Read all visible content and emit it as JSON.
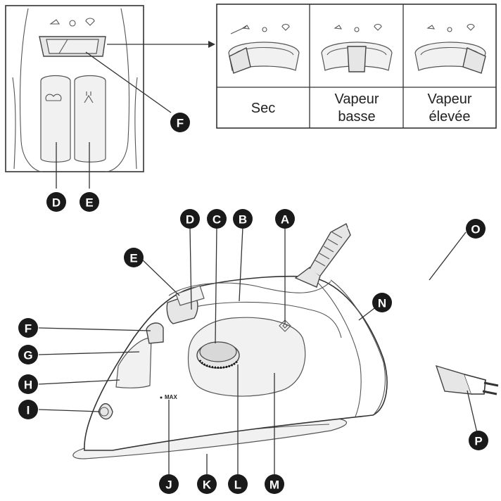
{
  "table": {
    "modes": [
      {
        "line1": "Sec",
        "line2": ""
      },
      {
        "line1": "Vapeur",
        "line2": "basse"
      },
      {
        "line1": "Vapeur",
        "line2": "élevée"
      }
    ]
  },
  "iron": {
    "max_mark": "MAX"
  },
  "callouts": {
    "A": "A",
    "B": "B",
    "C": "C",
    "D": "D",
    "E": "E",
    "F": "F",
    "G": "G",
    "H": "H",
    "I": "I",
    "J": "J",
    "K": "K",
    "L": "L",
    "M": "M",
    "N": "N",
    "O": "O",
    "P": "P"
  },
  "colors": {
    "badge": "#1a1a1a",
    "line": "#333333",
    "panel_fill": "#e6e6e6"
  }
}
